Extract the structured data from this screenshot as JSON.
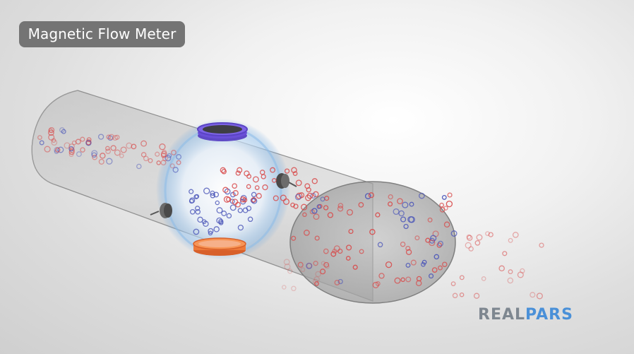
{
  "title": "Magnetic Flow Meter",
  "logo": {
    "part1": "REAL",
    "part2": "PARS"
  },
  "colors": {
    "background": "#e8e8e8",
    "title_bg": "#747474",
    "pipe": "#9a9a9a",
    "top_coil": "#6a4fd8",
    "bottom_coil": "#ee7a3a",
    "particle_red": "#d84a4a",
    "particle_blue": "#4a55b8",
    "glow": "#5a9bdc",
    "logo_gray": "#7e8790",
    "logo_blue": "#4a90d8"
  },
  "icons": [
    "magnetic-coil-top",
    "magnetic-coil-bottom",
    "electrode-left",
    "electrode-right",
    "liquid-particles",
    "realpars-logo"
  ]
}
